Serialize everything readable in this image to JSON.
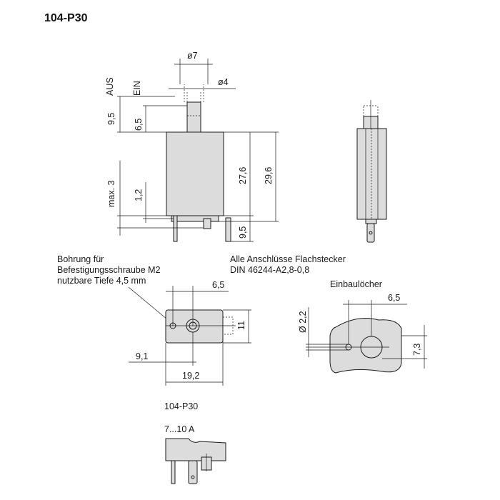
{
  "title": "104-P30",
  "front_view": {
    "dim_d7": "ø7",
    "dim_d4": "ø4",
    "aus": "AUS",
    "ein": "EIN",
    "dim_9_5_top": "9,5",
    "dim_6_5": "6,5",
    "dim_27_6": "27,6",
    "dim_29_6": "29,6",
    "dim_max3": "max. 3",
    "dim_1_2": "1,2",
    "dim_9_5_bottom": "9,5"
  },
  "notes": {
    "bohrung_line1": "Bohrung für",
    "bohrung_line2": "Befestigungsschraube M2",
    "bohrung_line3": "nutzbare Tiefe 4,5 mm",
    "anschluesse_line1": "Alle Anschlüsse Flachstecker",
    "anschluesse_line2": "DIN 46244-A2,8-0,8",
    "einbauloecher": "Einbaulöcher"
  },
  "bottom_view": {
    "dim_6_5": "6,5",
    "dim_11": "11",
    "dim_9_1": "9,1",
    "dim_19_2": "19,2"
  },
  "mounting_holes": {
    "dim_d2_2": "Ø 2,2",
    "dim_6_5": "6,5",
    "dim_7_3": "7,3"
  },
  "variant": {
    "label": "104-P30",
    "rating": "7...10 A"
  }
}
